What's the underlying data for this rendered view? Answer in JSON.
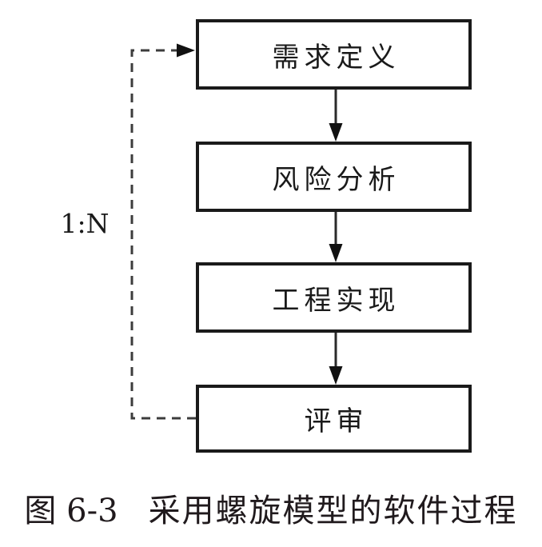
{
  "figure": {
    "boxes": [
      {
        "label": "需求定义"
      },
      {
        "label": "风险分析"
      },
      {
        "label": "工程实现"
      },
      {
        "label": "评审"
      }
    ],
    "loop_label": "1:N",
    "caption": {
      "label": "图 6-3",
      "title": "采用螺旋模型的软件过程"
    },
    "colors": {
      "line": "#1a1a1a",
      "background": "#ffffff"
    }
  }
}
